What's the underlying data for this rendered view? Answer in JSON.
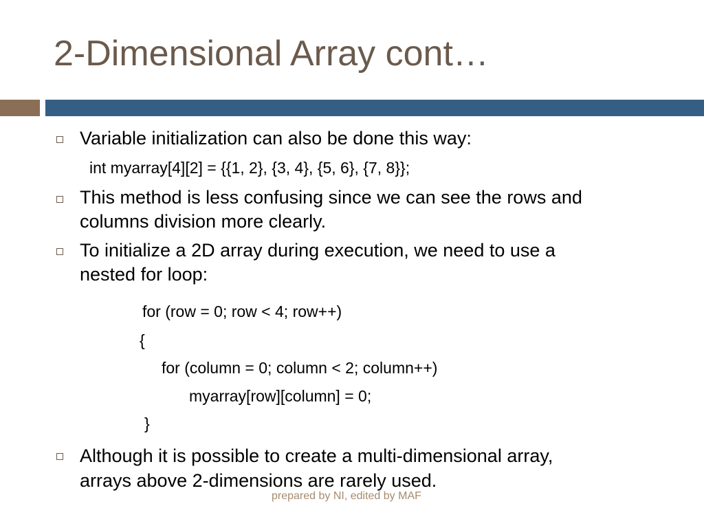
{
  "slide": {
    "title": "2-Dimensional Array cont…",
    "bullets": [
      {
        "lines": [
          "Variable initialization can also be done this way:"
        ],
        "code": "int myarray[4][2] = {{1, 2}, {3, 4}, {5, 6}, {7, 8}};"
      },
      {
        "lines": [
          "This method is less confusing since we can see the rows and",
          "columns division more clearly."
        ]
      },
      {
        "lines": [
          "To initialize a 2D array during execution, we need to use a",
          "nested for loop:"
        ],
        "code_block": [
          "for (row = 0; row < 4; row++)",
          "{",
          "for (column = 0; column < 2; column++)",
          "myarray[row][column] = 0;",
          "}"
        ]
      },
      {
        "lines": [
          "Although it is possible to create a multi-dimensional array,",
          "arrays above 2-dimensions are rarely used."
        ]
      }
    ],
    "footer": "prepared by NI, edited by MAF"
  }
}
